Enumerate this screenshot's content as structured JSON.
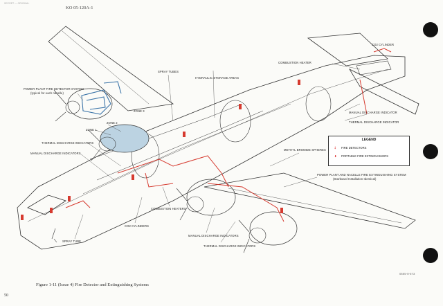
{
  "header": {
    "doc_id": "KO 05-120A-1",
    "corner_note": "SECRET — ORIGINAL"
  },
  "labels": {
    "spray_tubes": "SPRAY TUBES",
    "hydraulic_storage": "HYDRAULIC STORAGE AREAS",
    "combustion_heater_top": "COMBUSTION HEATER",
    "co2_cylinder": "CO2 CYLINDER",
    "pp_detector_1": "POWER PLANT FIRE DETECTOR SYSTEM",
    "pp_detector_2": "(typical for each nacelle)",
    "zone1": "ZONE 1",
    "zone2": "ZONE 2",
    "zone3": "ZONE 3",
    "thermal_discharge_left": "THERMAL DISCHARGE INDICATORS",
    "manual_discharge_left": "MANUAL DISCHARGE INDICATORS",
    "manual_discharge_right": "MANUAL DISCHARGE INDICATOR",
    "thermal_discharge_right": "THERMAL DISCHARGE INDICATOR",
    "methyl_bromide": "METHYL BROMIDE SPHERES",
    "pp_ext_1": "POWER PLANT AND NACELLE FIRE EXTINGUISHING SYSTEM",
    "pp_ext_2": "(Starboard Installation Identical)",
    "combustion_heaters": "COMBUSTION HEATERS",
    "co2_cylinders": "CO2 CYLINDERS",
    "spray_tube": "SPRAY TUBE",
    "manual_discharge_bottom": "MANUAL DISCHARGE INDICATORS",
    "thermal_discharge_bottom": "THERMAL DISCHARGE INDICATORS",
    "part_code": "0565-8-573"
  },
  "legend": {
    "title": "LEGEND",
    "fire_detectors": "FIRE DETECTORS",
    "portable_ext": "PORTABLE FIRE EXTINGUISHERS",
    "sym1": "‡",
    "sym2": "⬇"
  },
  "caption": "Figure 1-11 (Issue 4)  Fire Detector and Extinguishing Systems",
  "page_number": "50",
  "colors": {
    "extinguisher_red": "#d63a2f",
    "zone_blue": "#5a8fb0",
    "detector_blue": "#3b74a8"
  }
}
